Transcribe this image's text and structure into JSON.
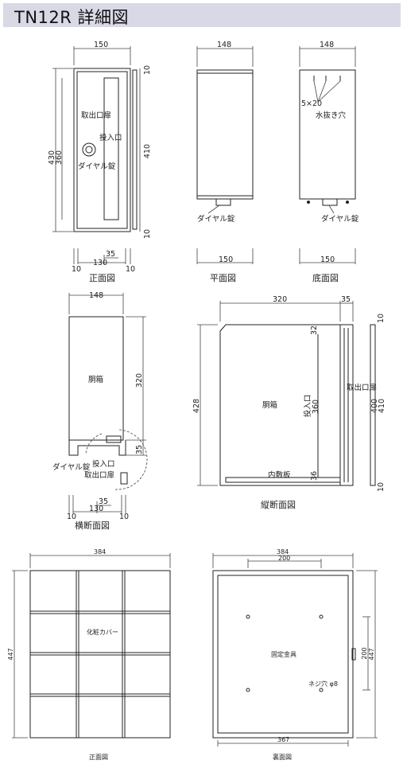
{
  "header": {
    "title": "TN12R 詳細図"
  },
  "dims": {
    "d150": "150",
    "d148": "148",
    "d430": "430",
    "d360": "360",
    "d410": "410",
    "d10": "10",
    "d35": "35",
    "d130": "130",
    "d5x20": "5×20",
    "d320": "320",
    "d32": "32",
    "d36": "36",
    "d428": "428",
    "d400": "400",
    "d384": "384",
    "d200": "200",
    "d447": "447",
    "d367": "367"
  },
  "labels": {
    "door": "取出口扉",
    "slot": "投入口",
    "dial": "ダイヤル錠",
    "drain": "水抜き穴",
    "body": "胴箱",
    "inner": "内敷板",
    "cover": "化粧カバー",
    "bracket": "固定金具",
    "screw": "ネジ穴 φ8"
  },
  "captions": {
    "front": "正面図",
    "plan": "平面図",
    "bottom": "底面図",
    "cross": "横断面図",
    "vertical": "縦断面図",
    "front2": "正面図",
    "back": "裏面図"
  }
}
